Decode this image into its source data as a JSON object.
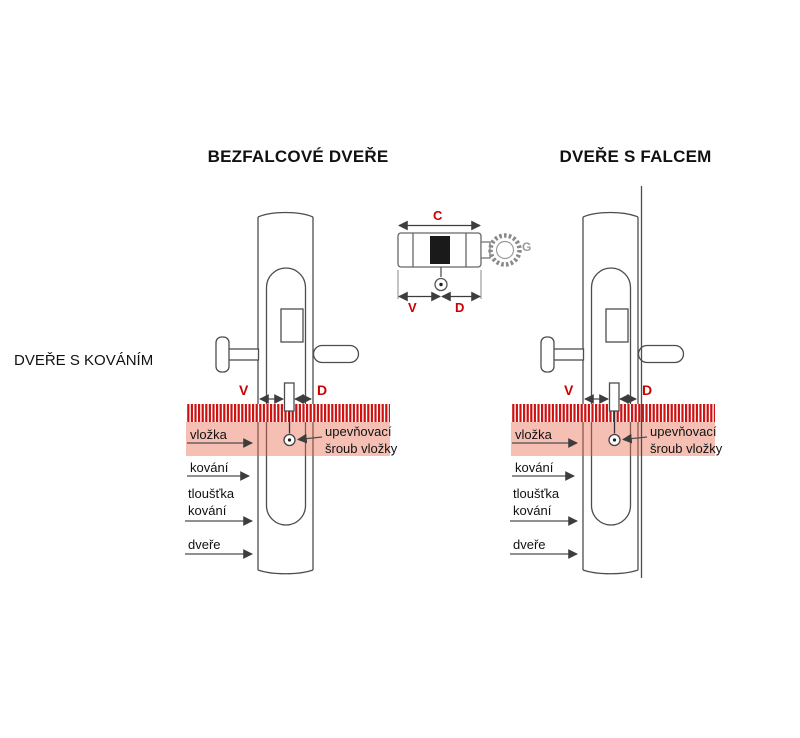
{
  "titles": {
    "left_column": "BEZFALCOVÉ DVEŘE",
    "right_column": "DVEŘE S FALCEM",
    "side": "DVEŘE S KOVÁNÍM"
  },
  "cylinder_detail": {
    "dim_c": "C",
    "dim_v": "V",
    "dim_d": "D",
    "knob_label": "G"
  },
  "door_labels": {
    "dim_v": "V",
    "dim_d": "D",
    "vlozka": "vložka",
    "screw_line1": "upevňovací",
    "screw_line2": "šroub vložky",
    "kovani": "kování",
    "thickness_line1": "tloušťka",
    "thickness_line2": "kování",
    "dvere": "dveře"
  },
  "colors": {
    "accent_red": "#cc0000",
    "hatch_red": "#cc1111",
    "pink_zone": "#e8664a",
    "line_gray": "#4d4d4d"
  }
}
